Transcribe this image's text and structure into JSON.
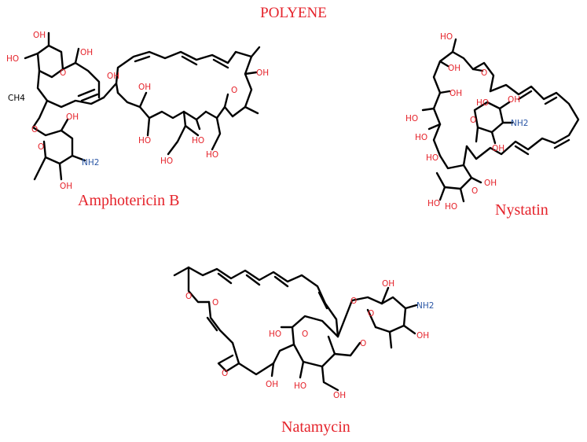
{
  "title": "POLYENE",
  "molecules": [
    {
      "id": "amphotericin",
      "name": "Amphotericin B"
    },
    {
      "id": "nystatin",
      "name": "Nystatin"
    },
    {
      "id": "natamycin",
      "name": "Natamycin"
    }
  ],
  "atom_labels": {
    "ho": "HO",
    "oh": "OH",
    "o": "O",
    "nh2": "NH2",
    "ch4": "CH4"
  },
  "colors": {
    "oxygen": "#e5232b",
    "nitrogen": "#2b57a6",
    "bond": "#000000",
    "caption": "#e5232b"
  }
}
